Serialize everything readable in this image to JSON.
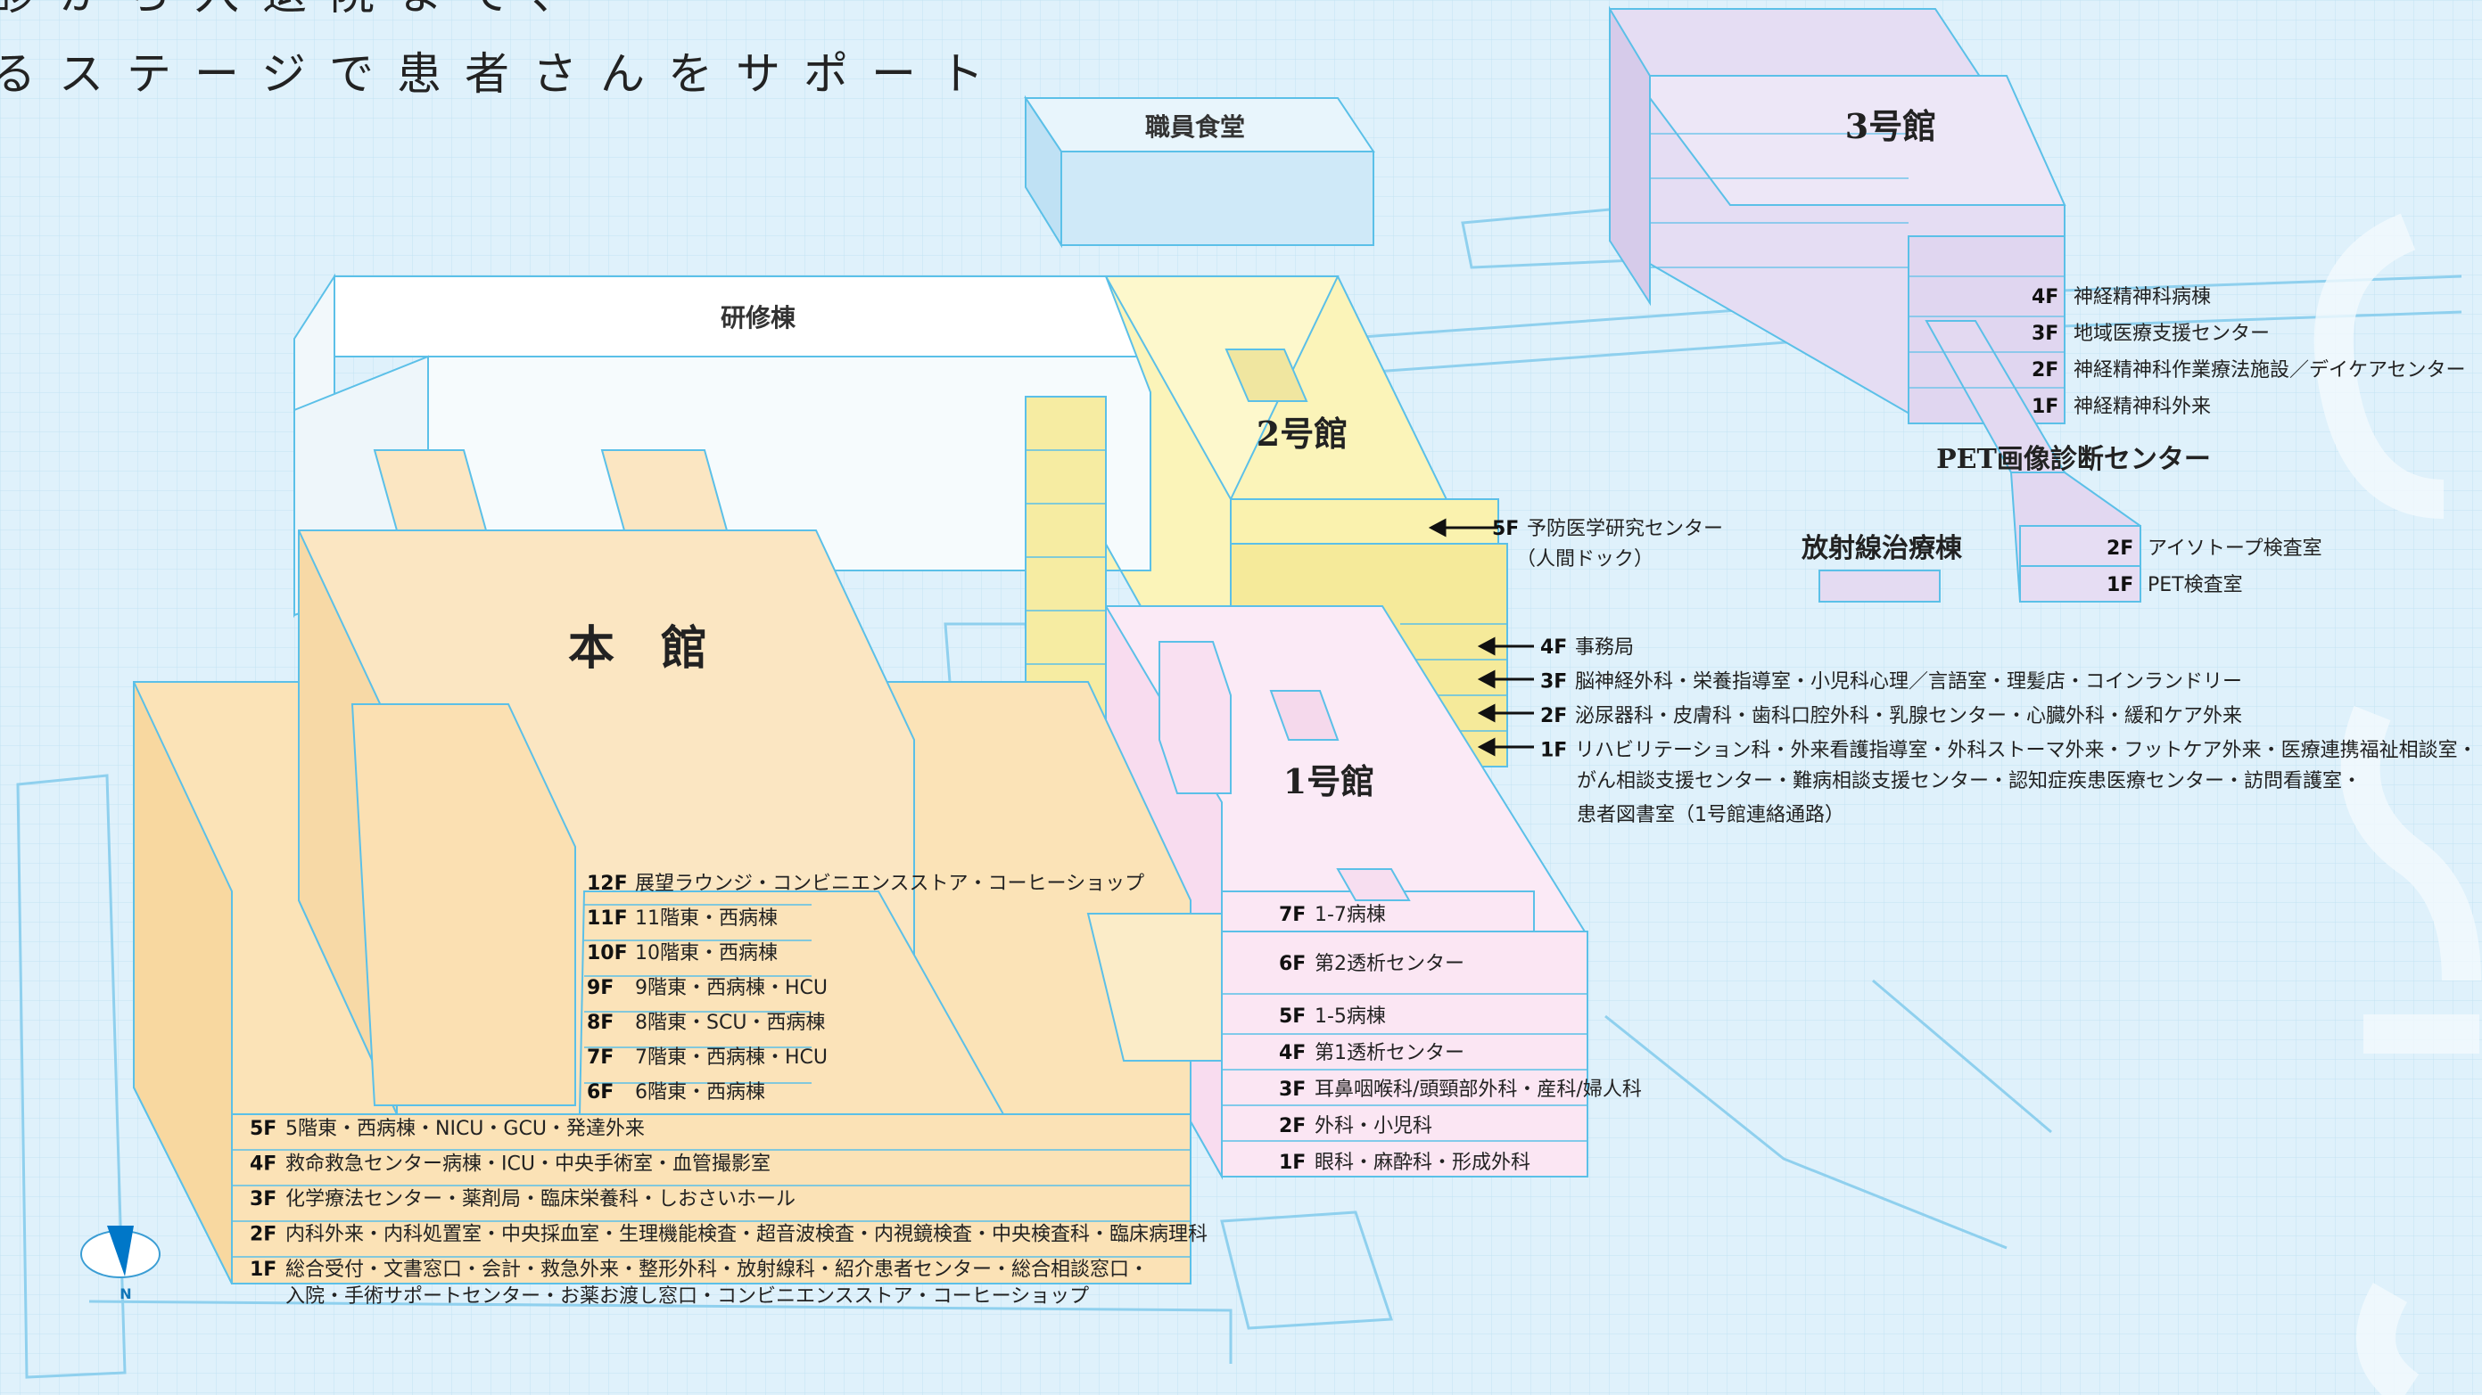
{
  "headline": {
    "line1": "診から入退院まで、",
    "line2": "るステージで患者さんをサポート"
  },
  "colors": {
    "background": "#dff1fb",
    "main_building": "#fbe3b7",
    "building_2": "#fbf4b9",
    "building_1": "#fbe9f5",
    "building_3": "#e0d7f0",
    "training": "#ffffff",
    "cafeteria": "#cfe9f8",
    "outline": "#5bc0e8"
  },
  "buildings": {
    "cafeteria": "職員食堂",
    "training": "研修棟",
    "main": "本　館",
    "b2": "2号館",
    "b1": "1号館",
    "b3": "3号館",
    "pet": "PET画像診断センター",
    "radiation": "放射線治療棟"
  },
  "main_upper_floors": [
    {
      "code": "12F",
      "label": "展望ラウンジ・コンビニエンスストア・コーヒーショップ"
    },
    {
      "code": "11F",
      "label": "11階東・西病棟"
    },
    {
      "code": "10F",
      "label": "10階東・西病棟"
    },
    {
      "code": "9F",
      "label": "9階東・西病棟・HCU"
    },
    {
      "code": "8F",
      "label": "8階東・SCU・西病棟"
    },
    {
      "code": "7F",
      "label": "7階東・西病棟・HCU"
    },
    {
      "code": "6F",
      "label": "6階東・西病棟"
    }
  ],
  "main_lower_floors": [
    {
      "code": "5F",
      "label": "5階東・西病棟・NICU・GCU・発達外来"
    },
    {
      "code": "4F",
      "label": "救命救急センター病棟・ICU・中央手術室・血管撮影室"
    },
    {
      "code": "3F",
      "label": "化学療法センター・薬剤局・臨床栄養科・しおさいホール"
    },
    {
      "code": "2F",
      "label": "内科外来・内科処置室・中央採血室・生理機能検査・超音波検査・内視鏡検査・中央検査科・臨床病理科"
    },
    {
      "code": "1F",
      "label": "総合受付・文書窓口・会計・救急外来・整形外科・放射線科・紹介患者センター・総合相談窓口・"
    }
  ],
  "main_1f_line2": "入院・手術サポートセンター・お薬お渡し窓口・コンビニエンスストア・コーヒーショップ",
  "b1_floors": [
    {
      "code": "7F",
      "label": "1-7病棟"
    },
    {
      "code": "6F",
      "label": "第2透析センター"
    },
    {
      "code": "5F",
      "label": "1-5病棟"
    },
    {
      "code": "4F",
      "label": "第1透析センター"
    },
    {
      "code": "3F",
      "label": "耳鼻咽喉科/頭頸部外科・産科/婦人科"
    },
    {
      "code": "2F",
      "label": "外科・小児科"
    },
    {
      "code": "1F",
      "label": "眼科・麻酔科・形成外科"
    }
  ],
  "b2_5f": {
    "code": "5F",
    "label": "予防医学研究センター",
    "sub": "（人間ドック）"
  },
  "b2_floors": [
    {
      "code": "4F",
      "label": "事務局"
    },
    {
      "code": "3F",
      "label": "脳神経外科・栄養指導室・小児科心理／言語室・理髪店・コインランドリー"
    },
    {
      "code": "2F",
      "label": "泌尿器科・皮膚科・歯科口腔外科・乳腺センター・心臓外科・緩和ケア外来"
    },
    {
      "code": "1F",
      "label": "リハビリテーション科・外来看護指導室・外科ストーマ外来・フットケア外来・医療連携福祉相談室・"
    }
  ],
  "b2_1f_line2": "がん相談支援センター・難病相談支援センター・認知症疾患医療センター・訪問看護室・",
  "b2_1f_line3": "患者図書室（1号館連絡通路）",
  "b3_floors": [
    {
      "code": "4F",
      "label": "神経精神科病棟"
    },
    {
      "code": "3F",
      "label": "地域医療支援センター"
    },
    {
      "code": "2F",
      "label": "神経精神科作業療法施設／デイケアセンター"
    },
    {
      "code": "1F",
      "label": "神経精神科外来"
    }
  ],
  "pet_floors": [
    {
      "code": "2F",
      "label": "アイソトープ検査室"
    },
    {
      "code": "1F",
      "label": "PET検査室"
    }
  ],
  "compass": {
    "label": "N"
  }
}
